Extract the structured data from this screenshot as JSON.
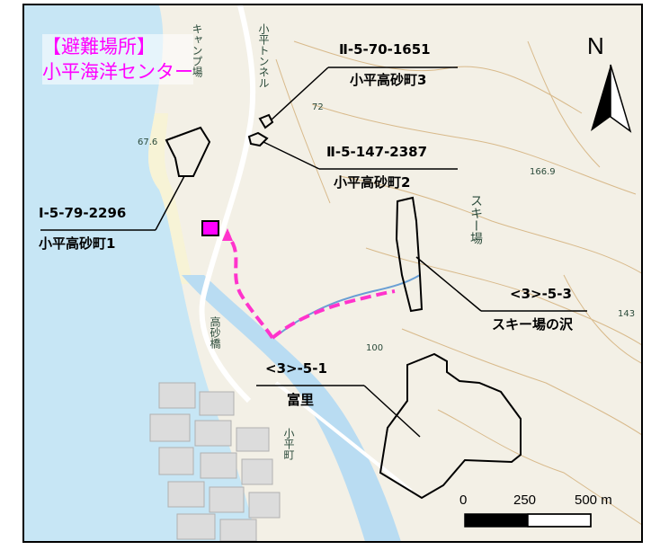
{
  "shelter": {
    "heading": "【避難場所】",
    "name": "小平海洋センター"
  },
  "zones": [
    {
      "code": "Ⅱ-5-70-1651",
      "name": "小平高砂町3"
    },
    {
      "code": "Ⅱ-5-147-2387",
      "name": "小平高砂町2"
    },
    {
      "code": "Ⅰ-5-79-2296",
      "name": "小平高砂町1"
    },
    {
      "code": "<3>-5-3",
      "name": "スキー場の沢"
    },
    {
      "code": "<3>-5-1",
      "name": "富里"
    }
  ],
  "map_text": {
    "ski": "スキー場",
    "tunnel": "小平トンネル",
    "bridge": "高砂橋",
    "town": "小平町",
    "camp": "キャンプ場",
    "spot_72": "72",
    "spot_166": "166.9",
    "spot_143": "143",
    "spot_100": "100",
    "spot_67": "67.6"
  },
  "north": "N",
  "scale": {
    "labels": [
      "0",
      "250",
      "500 m"
    ]
  },
  "colors": {
    "evacuation_route": "#ff33cc",
    "shelter": "#ff00ff",
    "sea": "#c7e6f5",
    "river": "#b9dcf2"
  }
}
